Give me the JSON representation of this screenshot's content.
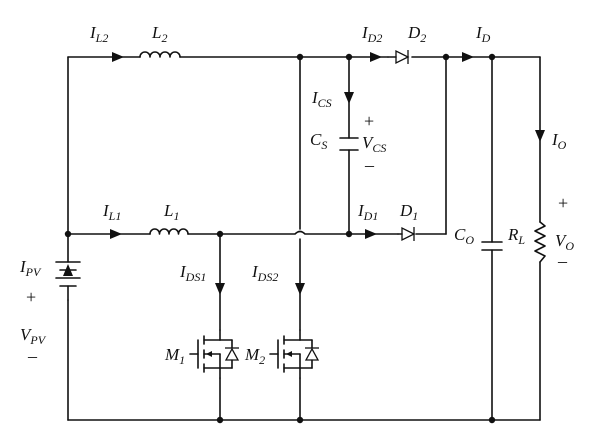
{
  "labels": {
    "il2": {
      "main": "I",
      "sub": "L2"
    },
    "l2": {
      "main": "L",
      "sub": "2"
    },
    "id2": {
      "main": "I",
      "sub": "D2"
    },
    "d2": {
      "main": "D",
      "sub": "2"
    },
    "id": {
      "main": "I",
      "sub": "D"
    },
    "ics": {
      "main": "I",
      "sub": "CS"
    },
    "cs": {
      "main": "C",
      "sub": "S"
    },
    "vcs": {
      "main": "V",
      "sub": "CS"
    },
    "io": {
      "main": "I",
      "sub": "O"
    },
    "il1": {
      "main": "I",
      "sub": "L1"
    },
    "l1": {
      "main": "L",
      "sub": "1"
    },
    "id1": {
      "main": "I",
      "sub": "D1"
    },
    "d1": {
      "main": "D",
      "sub": "1"
    },
    "co": {
      "main": "C",
      "sub": "O"
    },
    "rl": {
      "main": "R",
      "sub": "L"
    },
    "vo": {
      "main": "V",
      "sub": "O"
    },
    "ipv": {
      "main": "I",
      "sub": "PV"
    },
    "vpv": {
      "main": "V",
      "sub": "PV"
    },
    "ids1": {
      "main": "I",
      "sub": "DS1"
    },
    "ids2": {
      "main": "I",
      "sub": "DS2"
    },
    "m1": {
      "main": "M",
      "sub": "1"
    },
    "m2": {
      "main": "M",
      "sub": "2"
    }
  },
  "signs": {
    "plus": "+",
    "minus": "–"
  }
}
